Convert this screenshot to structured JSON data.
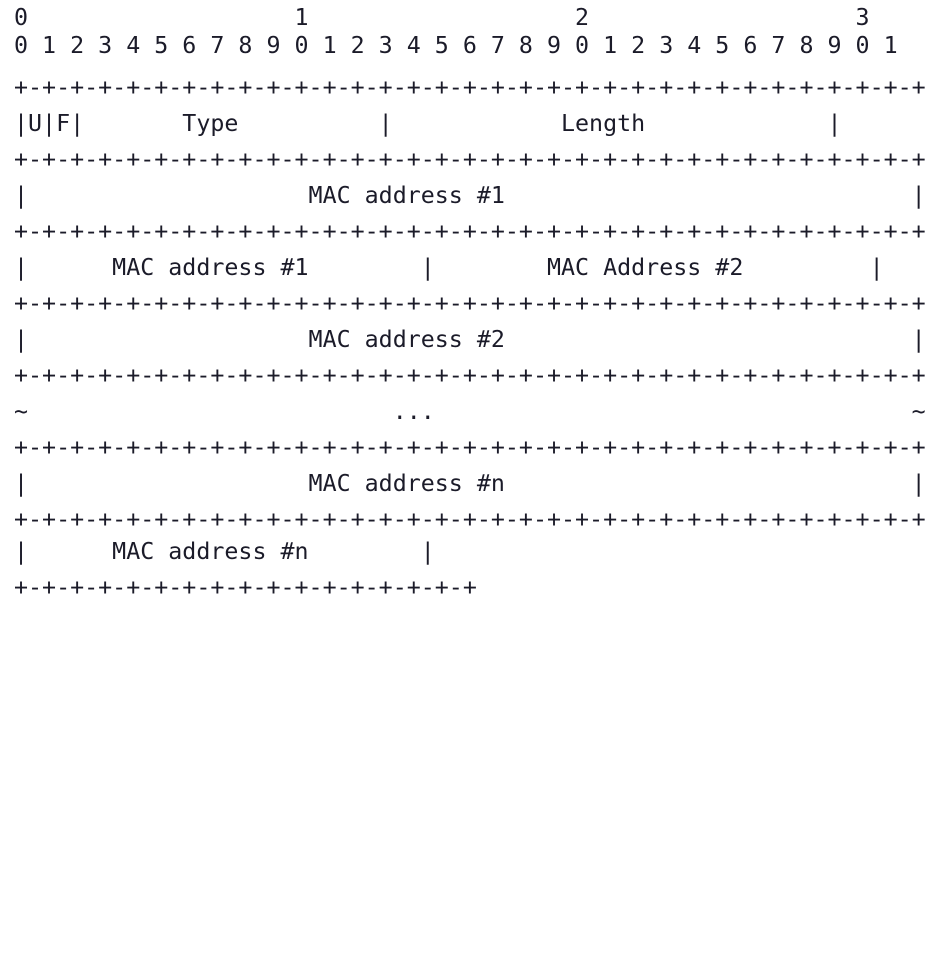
{
  "diagram": {
    "kind": "ascii-packet-format",
    "title": "",
    "colors": {
      "background": "#ffffff",
      "text": "#1b1b29"
    },
    "bit_ruler": {
      "decade_row": "0                   1                   2                   3",
      "digit_row": "0 1 2 3 4 5 6 7 8 9 0 1 2 3 4 5 6 7 8 9 0 1 2 3 4 5 6 7 8 9 0 1",
      "decades": [
        "0",
        "1",
        "2",
        "3"
      ],
      "bits": [
        "0",
        "1",
        "2",
        "3",
        "4",
        "5",
        "6",
        "7",
        "8",
        "9",
        "0",
        "1",
        "2",
        "3",
        "4",
        "5",
        "6",
        "7",
        "8",
        "9",
        "0",
        "1",
        "2",
        "3",
        "4",
        "5",
        "6",
        "7",
        "8",
        "9",
        "0",
        "1"
      ]
    },
    "separator_full": "+-+-+-+-+-+-+-+-+-+-+-+-+-+-+-+-+-+-+-+-+-+-+-+-+-+-+-+-+-+-+-+-+",
    "separator_short": "+-+-+-+-+-+-+-+-+-+-+-+-+-+-+-+-+",
    "rows": [
      {
        "id": "row-flags-type-length",
        "content": "|U|F|       Type          |            Length             |",
        "fields": [
          {
            "name": "U",
            "label": "U"
          },
          {
            "name": "F",
            "label": "F"
          },
          {
            "name": "Type",
            "label": "Type"
          },
          {
            "name": "Length",
            "label": "Length"
          }
        ]
      },
      {
        "id": "row-mac1-high",
        "content": "|                    MAC address #1                             |",
        "fields": [
          {
            "name": "MAC address #1",
            "label": "MAC address #1"
          }
        ]
      },
      {
        "id": "row-mac1-low-mac2-high",
        "content": "|      MAC address #1        |        MAC Address #2         |",
        "fields": [
          {
            "name": "MAC address #1",
            "label": "MAC address #1"
          },
          {
            "name": "MAC Address #2",
            "label": "MAC Address #2"
          }
        ]
      },
      {
        "id": "row-mac2-low",
        "content": "|                    MAC address #2                             |",
        "fields": [
          {
            "name": "MAC address #2",
            "label": "MAC address #2"
          }
        ]
      },
      {
        "id": "row-ellipsis",
        "content": "~                          ...                                  ~",
        "fields": [
          {
            "name": "ellipsis",
            "label": "..."
          }
        ]
      },
      {
        "id": "row-macn-high",
        "content": "|                    MAC address #n                             |",
        "fields": [
          {
            "name": "MAC address #n",
            "label": "MAC address #n"
          }
        ]
      },
      {
        "id": "row-macn-low",
        "content": "|      MAC address #n        |",
        "fields": [
          {
            "name": "MAC address #n",
            "label": "MAC address #n"
          }
        ]
      }
    ],
    "labels": {
      "flag_u": "U",
      "flag_f": "F",
      "type": "Type",
      "length": "Length",
      "mac1": "MAC address #1",
      "mac2_cap": "MAC Address #2",
      "mac2": "MAC address #2",
      "macn": "MAC address #n",
      "ellipsis": "...",
      "pipe": "|",
      "tilde": "~"
    },
    "lines": {
      "l0": "  0                   1                   2                   3",
      "l1": "  0 1 2 3 4 5 6 7 8 9 0 1 2 3 4 5 6 7 8 9 0 1 2 3 4 5 6 7 8 9 0 1",
      "l2": "+-+-+-+-+-+-+-+-+-+-+-+-+-+-+-+-+-+-+-+-+-+-+-+-+-+-+-+-+-+-+-+-+",
      "l3": "|U|F|       Type          |            Length             |",
      "l4": "+-+-+-+-+-+-+-+-+-+-+-+-+-+-+-+-+-+-+-+-+-+-+-+-+-+-+-+-+-+-+-+-+",
      "l5": "|                    MAC address #1                            |",
      "l6": "+-+-+-+-+-+-+-+-+-+-+-+-+-+-+-+-+-+-+-+-+-+-+-+-+-+-+-+-+-+-+-+-+",
      "l7": "|      MAC address #1       |       MAC Address #2          |",
      "l8": "+-+-+-+-+-+-+-+-+-+-+-+-+-+-+-+-+-+-+-+-+-+-+-+-+-+-+-+-+-+-+-+-+",
      "l9": "|                    MAC address #2                            |",
      "l10": "+-+-+-+-+-+-+-+-+-+-+-+-+-+-+-+-+-+-+-+-+-+-+-+-+-+-+-+-+-+-+-+-+",
      "l11": "~                         ...                                 ~",
      "l12": "+-+-+-+-+-+-+-+-+-+-+-+-+-+-+-+-+-+-+-+-+-+-+-+-+-+-+-+-+-+-+-+-+",
      "l13": "|                    MAC address #n                            |",
      "l14": "+-+-+-+-+-+-+-+-+-+-+-+-+-+-+-+-+-+-+-+-+-+-+-+-+-+-+-+-+-+-+-+-+",
      "l15": "|      MAC address #n       |",
      "l16": "+-+-+-+-+-+-+-+-+-+-+-+-+-+-+-+-+-+"
    }
  }
}
